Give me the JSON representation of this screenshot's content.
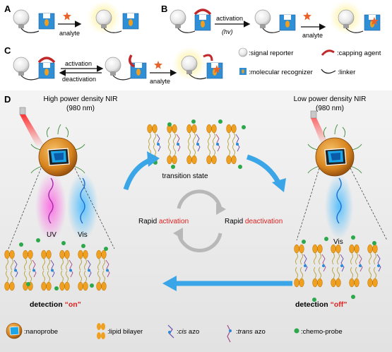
{
  "panels": {
    "A": {
      "letter": "A",
      "analyte": "analyte"
    },
    "B": {
      "letter": "B",
      "activation": "activation",
      "hv": "(hv)",
      "analyte": "analyte"
    },
    "C": {
      "letter": "C",
      "activation": "activation",
      "deactivation": "deactivation",
      "analyte": "analyte"
    },
    "D": {
      "letter": "D"
    }
  },
  "legend_top": {
    "signal_reporter": ":signal reporter",
    "capping_agent": ":capping agent",
    "molecular_recognizer": ":molecular recognizer",
    "linker": ":linker"
  },
  "panel_d": {
    "left_title_1": "High power density NIR",
    "left_title_2": "(980 nm)",
    "right_title_1": "Low power density NIR",
    "right_title_2": "(980 nm)",
    "transition": "transition state",
    "uv": "UV",
    "vis_left": "Vis",
    "vis_right": "Vis",
    "rapid_1": "Rapid ",
    "activation": "activation",
    "rapid_2": "Rapid ",
    "deactivation": "deactivation",
    "detection": "detection ",
    "on": "“on”",
    "off": "“off”"
  },
  "legend_bottom": {
    "nanoprobe": ":nanoprobe",
    "lipid": ":lipid bilayer",
    "cis_label": "cis",
    "azo1": " azo",
    "trans_label": "trans",
    "azo2": " azo",
    "chemo": ":chemo-probe"
  },
  "colors": {
    "recognizer_blue": "#2f8fd6",
    "lipid_orange": "#f0a020",
    "capping_red": "#c0282a",
    "analyte_orange": "#e8632a",
    "accent_red": "#e02020",
    "arrow_blue": "#3aa6e8",
    "chemo_green": "#2aa84a"
  }
}
